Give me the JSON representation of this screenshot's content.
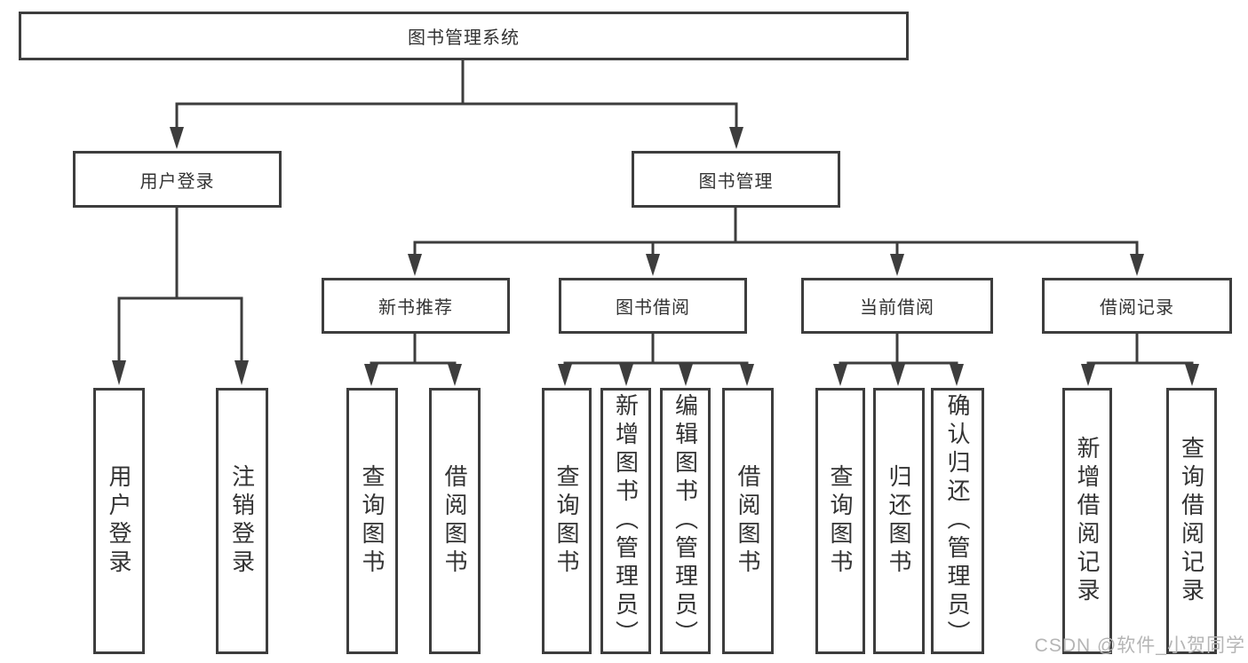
{
  "diagram_type": "tree",
  "root": {
    "label": "图书管理系统"
  },
  "branches": [
    {
      "label": "用户登录",
      "children": [
        {
          "label": "用户登录"
        },
        {
          "label": "注销登录"
        }
      ]
    },
    {
      "label": "图书管理",
      "children": [
        {
          "label": "新书推荐",
          "children": [
            {
              "label": "查询图书"
            },
            {
              "label": "借阅图书"
            }
          ]
        },
        {
          "label": "图书借阅",
          "children": [
            {
              "label": "查询图书"
            },
            {
              "label": "新增图书（管理员）"
            },
            {
              "label": "编辑图书（管理员）"
            },
            {
              "label": "借阅图书"
            }
          ]
        },
        {
          "label": "当前借阅",
          "children": [
            {
              "label": "查询图书"
            },
            {
              "label": "归还图书"
            },
            {
              "label": "确认归还（管理员）"
            }
          ]
        },
        {
          "label": "借阅记录",
          "children": [
            {
              "label": "新增借阅记录"
            },
            {
              "label": "查询借阅记录"
            }
          ]
        }
      ]
    }
  ],
  "watermark": {
    "text": "CSDN @软件_小贺同学"
  },
  "colors": {
    "line": "#3d3d3d",
    "text": "#333333",
    "background": "#ffffff",
    "watermark": "#b5b5b5"
  }
}
